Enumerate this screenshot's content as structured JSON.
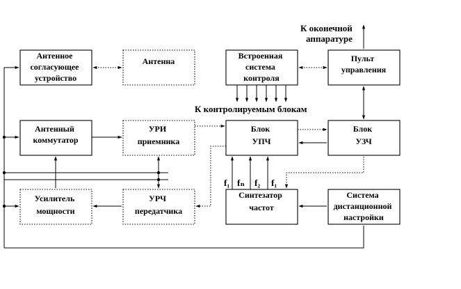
{
  "blocks": {
    "antenna_matching": [
      "Антенное",
      "согласующее",
      "устройство"
    ],
    "antenna": [
      "Антенна"
    ],
    "bist": [
      "Встроенная",
      "система",
      "контроля"
    ],
    "control_panel": [
      "Пульт",
      "управления"
    ],
    "antenna_switch": [
      "Антенный",
      "коммутатор"
    ],
    "uri": [
      "УРИ",
      "приемника"
    ],
    "upch": [
      "Блок",
      "УПЧ"
    ],
    "uzch": [
      "Блок",
      "УЗЧ"
    ],
    "power_amp": [
      "Усилитель",
      "мощности"
    ],
    "urch": [
      "УРЧ",
      "передатчика"
    ],
    "synth": [
      "Синтезатор",
      "частот"
    ],
    "remote": [
      "Система",
      "дистанционной",
      "настройки"
    ]
  },
  "notes": {
    "to_terminal": [
      "К оконечной",
      "аппаратуре"
    ],
    "to_controlled": "К контролируемым блокам"
  },
  "frequencies": {
    "f1": "f₁",
    "fn": "fₙ",
    "f2": "f₂",
    "f1b": "f₁"
  }
}
